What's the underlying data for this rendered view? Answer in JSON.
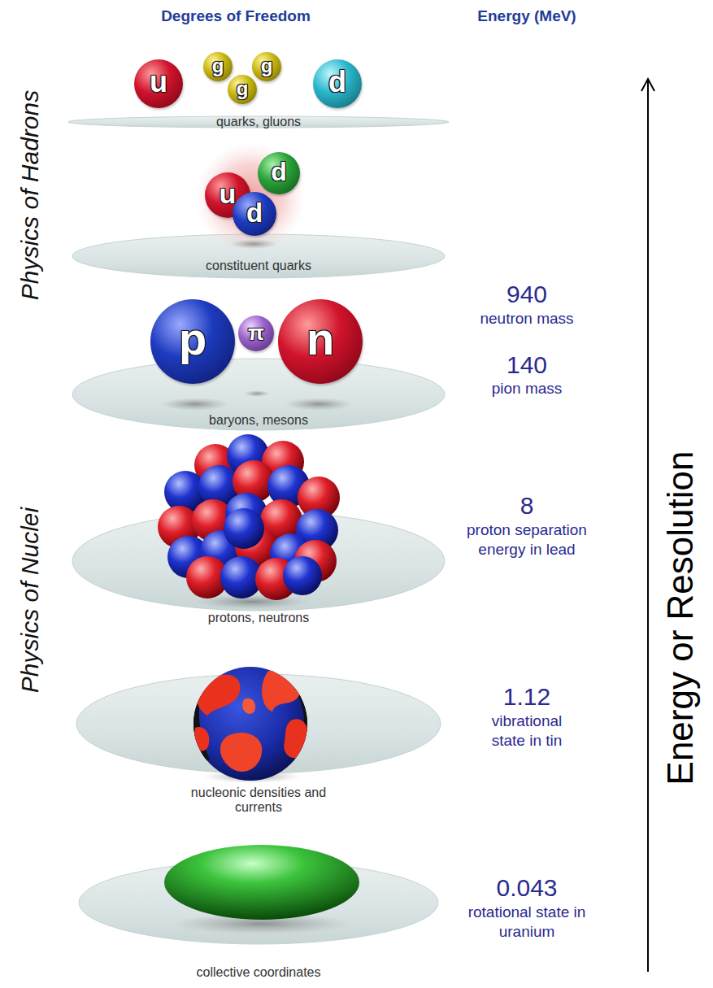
{
  "diagram": {
    "nodes": [
      {
        "text": [
          "u"
        ]
      },
      {
        "text": [
          "g"
        ]
      },
      {
        "text": [
          "g"
        ]
      },
      {
        "text": [
          "g"
        ]
      },
      {
        "text": [
          "d"
        ]
      },
      {
        "text": [
          "quarks, gluons"
        ]
      },
      {
        "text": [
          "u"
        ]
      },
      {
        "text": [
          "d"
        ]
      },
      {
        "text": [
          "d"
        ]
      },
      {
        "text": [
          "constituent quarks"
        ]
      },
      {
        "text": [
          "p"
        ]
      },
      {
        "text": [
          "π"
        ]
      },
      {
        "text": [
          "n"
        ]
      },
      {
        "text": [
          "baryons, mesons"
        ]
      },
      {
        "text": [
          "protons, neutrons"
        ]
      },
      {
        "text": [
          "nucleonic densities and currents"
        ]
      },
      {
        "text": [
          "collective coordinates"
        ]
      }
    ],
    "labels": [
      "Degrees of Freedom",
      "Energy (MeV)",
      "Physics of Hadrons",
      "Physics of Nuclei",
      "Energy or Resolution",
      "940",
      "neutron mass",
      "140",
      "pion mass",
      "8",
      "proton separation energy in lead",
      "1.12",
      "vibrational state in tin",
      "0.043",
      "rotational state in uranium"
    ]
  }
}
